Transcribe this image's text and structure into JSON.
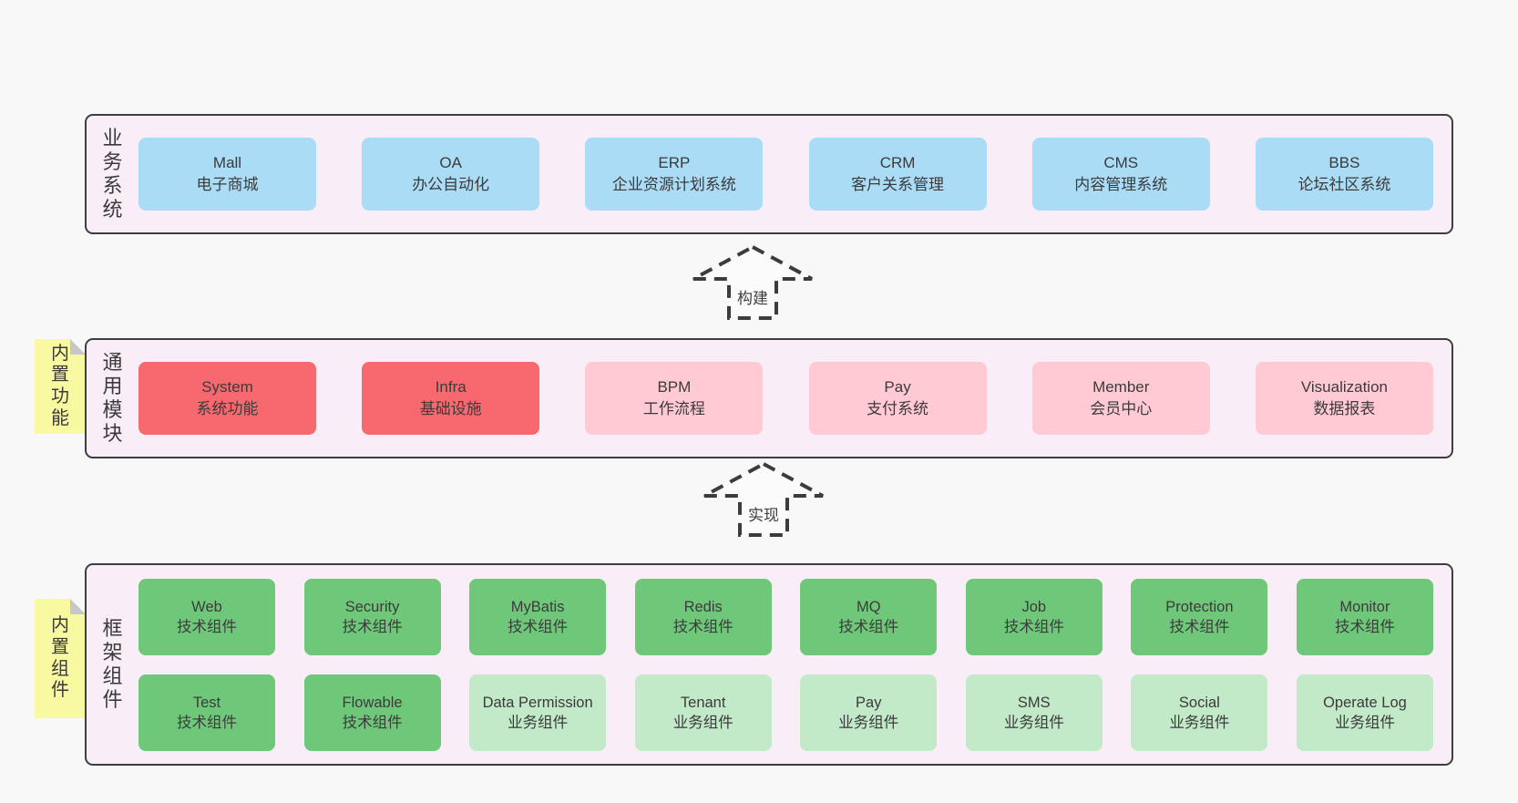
{
  "colors": {
    "canvas_bg": "#f8f8f8",
    "band_bg": "#f9eef7",
    "band_border": "#3e3e3e",
    "blue_box": "#abdcf6",
    "red_box": "#f7696e",
    "pink_box": "#ffcad4",
    "green_box": "#6fc87a",
    "light_green_box": "#c2e9c8",
    "sticky_yellow": "#f9f9a2",
    "text": "#3d3d3d"
  },
  "arrows": [
    {
      "label": "构建"
    },
    {
      "label": "实现"
    }
  ],
  "layers": {
    "business": {
      "label": "业务系统",
      "boxes": [
        {
          "en": "Mall",
          "zh": "电子商城"
        },
        {
          "en": "OA",
          "zh": "办公自动化"
        },
        {
          "en": "ERP",
          "zh": "企业资源计划系统"
        },
        {
          "en": "CRM",
          "zh": "客户关系管理"
        },
        {
          "en": "CMS",
          "zh": "内容管理系统"
        },
        {
          "en": "BBS",
          "zh": "论坛社区系统"
        }
      ]
    },
    "modules": {
      "sticky": "内置功能",
      "label": "通用模块",
      "boxes": [
        {
          "en": "System",
          "zh": "系统功能"
        },
        {
          "en": "Infra",
          "zh": "基础设施"
        },
        {
          "en": "BPM",
          "zh": "工作流程"
        },
        {
          "en": "Pay",
          "zh": "支付系统"
        },
        {
          "en": "Member",
          "zh": "会员中心"
        },
        {
          "en": "Visualization",
          "zh": "数据报表"
        }
      ]
    },
    "components": {
      "sticky": "内置组件",
      "label": "框架组件",
      "row1": [
        {
          "en": "Web",
          "zh": "技术组件"
        },
        {
          "en": "Security",
          "zh": "技术组件"
        },
        {
          "en": "MyBatis",
          "zh": "技术组件"
        },
        {
          "en": "Redis",
          "zh": "技术组件"
        },
        {
          "en": "MQ",
          "zh": "技术组件"
        },
        {
          "en": "Job",
          "zh": "技术组件"
        },
        {
          "en": "Protection",
          "zh": "技术组件"
        },
        {
          "en": "Monitor",
          "zh": "技术组件"
        }
      ],
      "row2": [
        {
          "en": "Test",
          "zh": "技术组件"
        },
        {
          "en": "Flowable",
          "zh": "技术组件"
        },
        {
          "en": "Data Permission",
          "zh": "业务组件"
        },
        {
          "en": "Tenant",
          "zh": "业务组件"
        },
        {
          "en": "Pay",
          "zh": "业务组件"
        },
        {
          "en": "SMS",
          "zh": "业务组件"
        },
        {
          "en": "Social",
          "zh": "业务组件"
        },
        {
          "en": "Operate Log",
          "zh": "业务组件"
        }
      ]
    }
  }
}
